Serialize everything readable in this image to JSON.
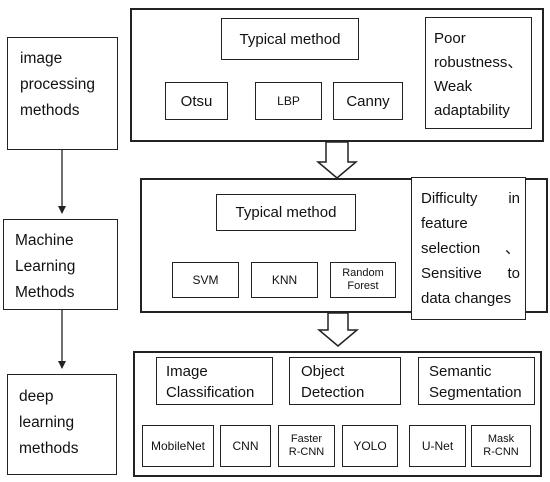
{
  "left_column": {
    "image_processing": [
      "image",
      "processing",
      "methods"
    ],
    "machine_learning": [
      "Machine",
      "Learning",
      "Methods"
    ],
    "deep_learning": [
      "deep",
      "learning",
      "methods"
    ]
  },
  "panel_image_processing": {
    "title": "Typical method",
    "methods": [
      "Otsu",
      "LBP",
      "Canny"
    ],
    "drawback": [
      "Poor",
      "robustness、",
      "Weak",
      "adaptability"
    ]
  },
  "panel_machine_learning": {
    "title": "Typical method",
    "methods": [
      "SVM",
      "KNN",
      "Random",
      "Forest"
    ],
    "drawback": [
      "Difficulty in",
      "feature",
      "selection 、",
      "Sensitive to",
      "data changes"
    ]
  },
  "panel_deep_learning": {
    "groups": [
      {
        "title": [
          "Image",
          "Classification"
        ],
        "models": [
          "MobileNet",
          "CNN"
        ]
      },
      {
        "title": [
          "Object",
          "Detection"
        ],
        "models": [
          "Faster",
          "R-CNN",
          "YOLO"
        ]
      },
      {
        "title": [
          "Semantic",
          "Segmentation"
        ],
        "models": [
          "U-Net",
          "Mask",
          "R-CNN"
        ]
      }
    ]
  }
}
